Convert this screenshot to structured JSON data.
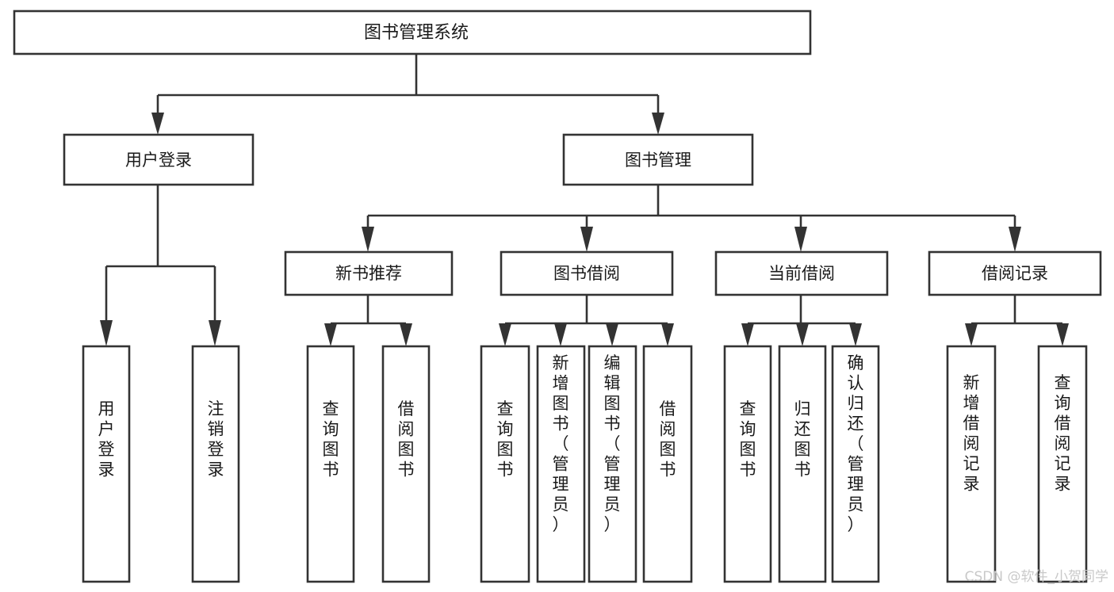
{
  "diagram": {
    "title": "图书管理系统",
    "type": "tree-hierarchy",
    "root": {
      "id": "root",
      "label": "图书管理系统",
      "orientation": "horizontal"
    },
    "level2": [
      {
        "id": "user-login",
        "label": "用户登录",
        "orientation": "horizontal"
      },
      {
        "id": "book-manage",
        "label": "图书管理",
        "orientation": "horizontal"
      }
    ],
    "level3": [
      {
        "id": "new-book-recommend",
        "label": "新书推荐",
        "parent": "book-manage",
        "orientation": "horizontal"
      },
      {
        "id": "book-borrow",
        "label": "图书借阅",
        "parent": "book-manage",
        "orientation": "horizontal"
      },
      {
        "id": "current-borrow",
        "label": "当前借阅",
        "parent": "book-manage",
        "orientation": "horizontal"
      },
      {
        "id": "borrow-record",
        "label": "借阅记录",
        "parent": "book-manage",
        "orientation": "horizontal"
      }
    ],
    "leaves": [
      {
        "id": "leaf-user-login",
        "label": "用户登录",
        "parent": "user-login",
        "orientation": "vertical",
        "align": "middle"
      },
      {
        "id": "leaf-logout-login",
        "label": "注销登录",
        "parent": "user-login",
        "orientation": "vertical",
        "align": "middle"
      },
      {
        "id": "leaf-query-book-1",
        "label": "查询图书",
        "parent": "new-book-recommend",
        "orientation": "vertical",
        "align": "middle"
      },
      {
        "id": "leaf-borrow-book-1",
        "label": "借阅图书",
        "parent": "new-book-recommend",
        "orientation": "vertical",
        "align": "middle"
      },
      {
        "id": "leaf-query-book-2",
        "label": "查询图书",
        "parent": "book-borrow",
        "orientation": "vertical",
        "align": "middle"
      },
      {
        "id": "leaf-add-book-admin",
        "label": "新增图书（管理员）",
        "parent": "book-borrow",
        "orientation": "vertical",
        "align": "top"
      },
      {
        "id": "leaf-edit-book-admin",
        "label": "编辑图书（管理员）",
        "parent": "book-borrow",
        "orientation": "vertical",
        "align": "top"
      },
      {
        "id": "leaf-borrow-book-2",
        "label": "借阅图书",
        "parent": "book-borrow",
        "orientation": "vertical",
        "align": "middle"
      },
      {
        "id": "leaf-query-book-3",
        "label": "查询图书",
        "parent": "current-borrow",
        "orientation": "vertical",
        "align": "middle"
      },
      {
        "id": "leaf-return-book",
        "label": "归还图书",
        "parent": "current-borrow",
        "orientation": "vertical",
        "align": "middle"
      },
      {
        "id": "leaf-confirm-return-admin",
        "label": "确认归还（管理员）",
        "parent": "current-borrow",
        "orientation": "vertical",
        "align": "top"
      },
      {
        "id": "leaf-add-borrow-record",
        "label": "新增借阅记录",
        "parent": "borrow-record",
        "orientation": "vertical",
        "align": "middle"
      },
      {
        "id": "leaf-query-borrow-record",
        "label": "查询借阅记录",
        "parent": "borrow-record",
        "orientation": "vertical",
        "align": "middle"
      }
    ]
  },
  "watermark": {
    "text": "CSDN @软件_小贺同学"
  },
  "colors": {
    "stroke": "#333333",
    "box_fill": "#ffffff",
    "text": "#1a1a1a",
    "background": "#ffffff",
    "watermark": "#c9c9c9"
  }
}
